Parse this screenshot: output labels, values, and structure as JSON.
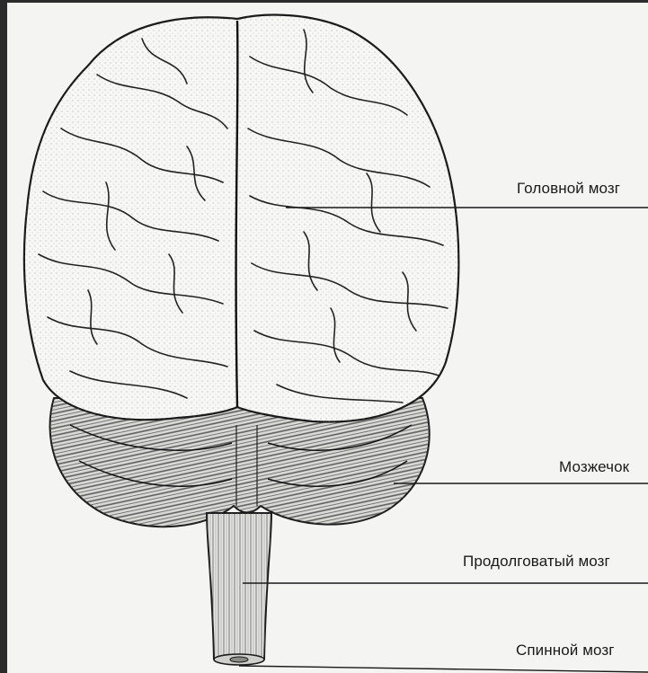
{
  "labels": {
    "brain": "Головной мозг",
    "cerebellum": "Мозжечок",
    "medulla": "Продолговатый мозг",
    "spinal_cord": "Спинной мозг"
  },
  "colors": {
    "frame": "#2b2b2b",
    "paper": "#f4f4f2",
    "ink": "#1a1a1a"
  }
}
